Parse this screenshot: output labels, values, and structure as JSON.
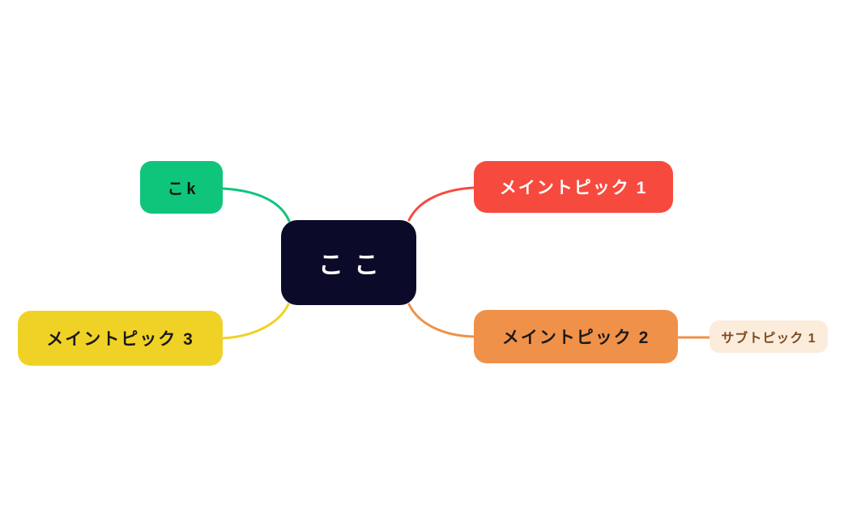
{
  "canvas": {
    "background_color": "#ffffff"
  },
  "mindmap": {
    "root": {
      "label": "ここ",
      "bg": "#0b0b29",
      "text_color": "#ffffff"
    },
    "topics": [
      {
        "id": "topic-green",
        "label": "こk",
        "bg": "#0fc57c",
        "text_color": "#141414",
        "connector_color": "#0fc57c"
      },
      {
        "id": "topic-1",
        "label": "メイントピック 1",
        "bg": "#f74a3e",
        "text_color": "#ffffff",
        "connector_color": "#f74a3e"
      },
      {
        "id": "topic-2",
        "label": "メイントピック 2",
        "bg": "#f0914a",
        "text_color": "#1a1a1a",
        "connector_color": "#f0914a"
      },
      {
        "id": "topic-3",
        "label": "メイントピック 3",
        "bg": "#f0d226",
        "text_color": "#1a1a1a",
        "connector_color": "#f0d226"
      }
    ],
    "subtopics": [
      {
        "id": "subtopic-1",
        "parent": "topic-2",
        "label": "サブトピック 1",
        "bg": "#fcecdc",
        "text_color": "#7b4a21",
        "connector_color": "#f0914a"
      }
    ]
  }
}
